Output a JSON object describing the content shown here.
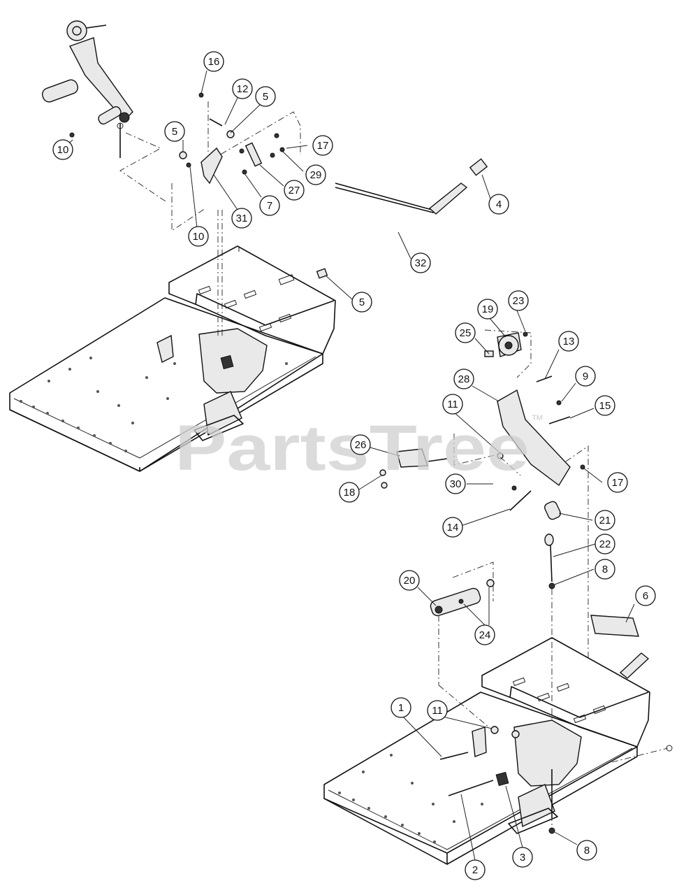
{
  "watermark": {
    "text": "PartsTree",
    "trademark": "™"
  },
  "callouts": [
    {
      "id": "c16",
      "label": "16"
    },
    {
      "id": "c12",
      "label": "12"
    },
    {
      "id": "c5a",
      "label": "5"
    },
    {
      "id": "c5b",
      "label": "5"
    },
    {
      "id": "c17a",
      "label": "17"
    },
    {
      "id": "c10a",
      "label": "10"
    },
    {
      "id": "c29",
      "label": "29"
    },
    {
      "id": "c27",
      "label": "27"
    },
    {
      "id": "c7",
      "label": "7"
    },
    {
      "id": "c31",
      "label": "31"
    },
    {
      "id": "c10b",
      "label": "10"
    },
    {
      "id": "c4",
      "label": "4"
    },
    {
      "id": "c32",
      "label": "32"
    },
    {
      "id": "c5c",
      "label": "5"
    },
    {
      "id": "c19",
      "label": "19"
    },
    {
      "id": "c23",
      "label": "23"
    },
    {
      "id": "c25",
      "label": "25"
    },
    {
      "id": "c13",
      "label": "13"
    },
    {
      "id": "c28",
      "label": "28"
    },
    {
      "id": "c9",
      "label": "9"
    },
    {
      "id": "c11a",
      "label": "11"
    },
    {
      "id": "c15",
      "label": "15"
    },
    {
      "id": "c26",
      "label": "26"
    },
    {
      "id": "c17b",
      "label": "17"
    },
    {
      "id": "c18",
      "label": "18"
    },
    {
      "id": "c30",
      "label": "30"
    },
    {
      "id": "c21",
      "label": "21"
    },
    {
      "id": "c14",
      "label": "14"
    },
    {
      "id": "c22",
      "label": "22"
    },
    {
      "id": "c8a",
      "label": "8"
    },
    {
      "id": "c20",
      "label": "20"
    },
    {
      "id": "c6",
      "label": "6"
    },
    {
      "id": "c24",
      "label": "24"
    },
    {
      "id": "c11b",
      "label": "11"
    },
    {
      "id": "c1",
      "label": "1"
    },
    {
      "id": "c3",
      "label": "3"
    },
    {
      "id": "c2",
      "label": "2"
    },
    {
      "id": "c8b",
      "label": "8"
    }
  ]
}
